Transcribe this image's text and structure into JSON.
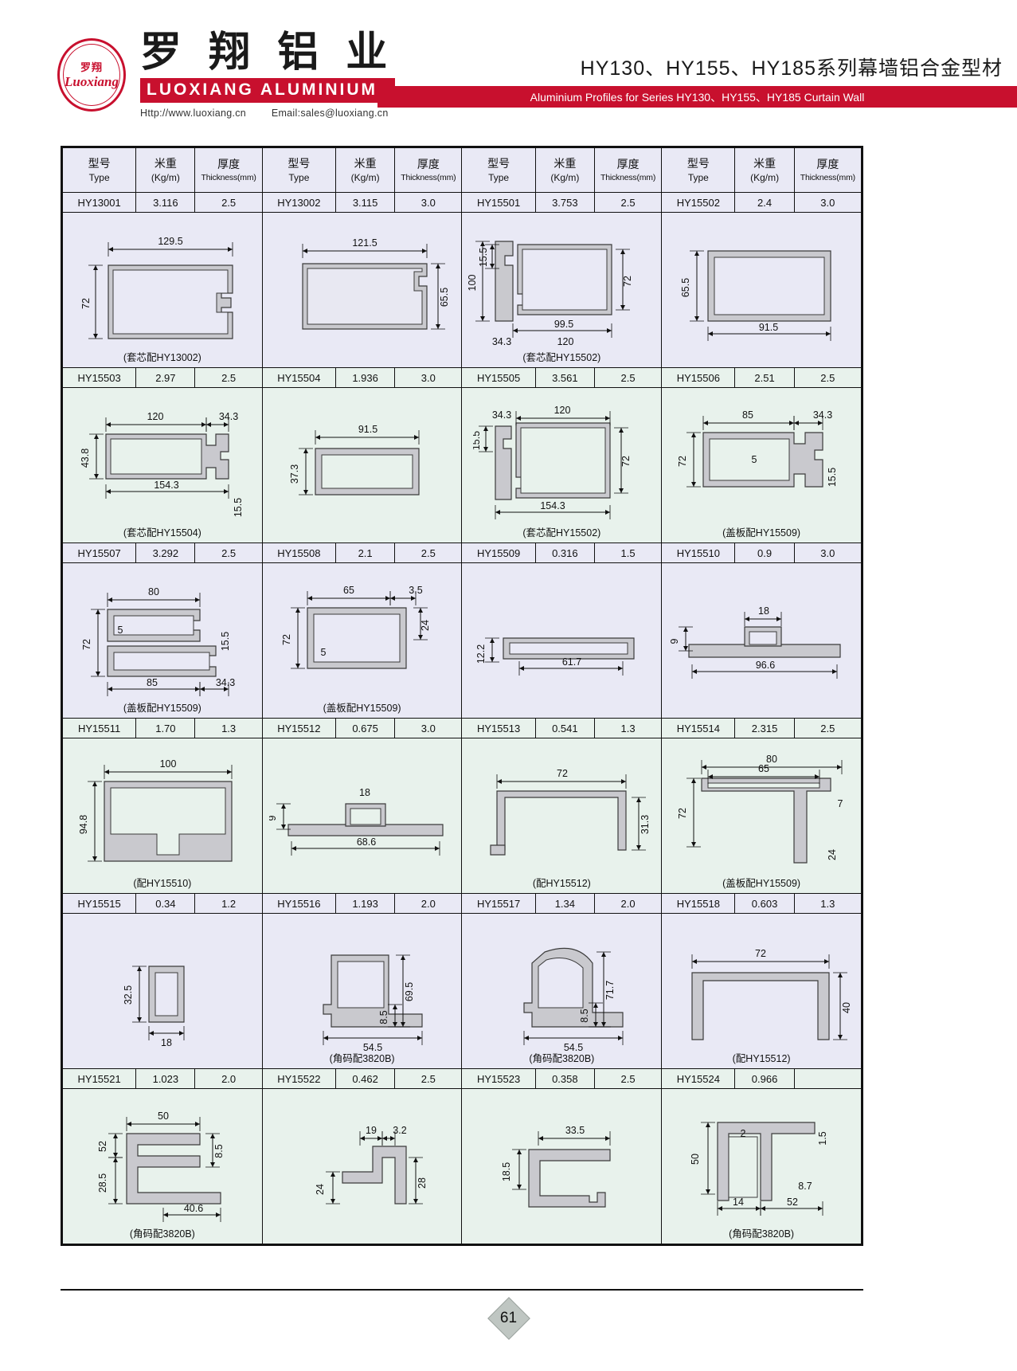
{
  "header": {
    "seal_cn": "罗翔",
    "seal_en": "Luoxiang",
    "brand_cn": "罗 翔 铝 业",
    "brand_en": "LUOXIANG ALUMINIUM",
    "website": "Http://www.luoxiang.cn",
    "email": "Email:sales@luoxiang.cn",
    "title_cn": "HY130、HY155、HY185系列幕墙铝合金型材",
    "title_en": "Aluminium Profiles for Series HY130、HY155、HY185 Curtain Wall",
    "brand_color": "#c8102e"
  },
  "table": {
    "columns": [
      {
        "cn": "型号",
        "en": "Type"
      },
      {
        "cn": "米重",
        "en": "(Kg/m)"
      },
      {
        "cn": "厚度",
        "en": "Thickness(mm)"
      }
    ],
    "column_groups": 4,
    "row_colors": {
      "lavender": "#e9e9f5",
      "mint": "#e8f2ec"
    },
    "rows": [
      {
        "band": "lavender",
        "specs": [
          {
            "type": "HY13001",
            "weight": "3.116",
            "thickness": "2.5"
          },
          {
            "type": "HY13002",
            "weight": "3.115",
            "thickness": "3.0"
          },
          {
            "type": "HY15501",
            "weight": "3.753",
            "thickness": "2.5"
          },
          {
            "type": "HY15502",
            "weight": "2.4",
            "thickness": "3.0"
          }
        ],
        "figures": [
          {
            "caption": "(套芯配HY13002)",
            "dims": [
              "129.5",
              "72"
            ]
          },
          {
            "caption": "",
            "dims": [
              "121.5",
              "65.5"
            ]
          },
          {
            "caption": "(套芯配HY15502)",
            "dims": [
              "100",
              "15.5",
              "72",
              "99.5",
              "34.3",
              "120"
            ]
          },
          {
            "caption": "",
            "dims": [
              "65.5",
              "91.5"
            ]
          }
        ]
      },
      {
        "band": "mint",
        "specs": [
          {
            "type": "HY15503",
            "weight": "2.97",
            "thickness": "2.5"
          },
          {
            "type": "HY15504",
            "weight": "1.936",
            "thickness": "3.0"
          },
          {
            "type": "HY15505",
            "weight": "3.561",
            "thickness": "2.5"
          },
          {
            "type": "HY15506",
            "weight": "2.51",
            "thickness": "2.5"
          }
        ],
        "figures": [
          {
            "caption": "(套芯配HY15504)",
            "dims": [
              "120",
              "34.3",
              "43.8",
              "154.3",
              "15.5"
            ]
          },
          {
            "caption": "",
            "dims": [
              "91.5",
              "37.3"
            ]
          },
          {
            "caption": "(套芯配HY15502)",
            "dims": [
              "34.3",
              "120",
              "72",
              "15.5",
              "154.3"
            ]
          },
          {
            "caption": "(盖板配HY15509)",
            "dims": [
              "85",
              "34.3",
              "72",
              "5",
              "15.5"
            ]
          }
        ]
      },
      {
        "band": "lavender",
        "specs": [
          {
            "type": "HY15507",
            "weight": "3.292",
            "thickness": "2.5"
          },
          {
            "type": "HY15508",
            "weight": "2.1",
            "thickness": "2.5"
          },
          {
            "type": "HY15509",
            "weight": "0.316",
            "thickness": "1.5"
          },
          {
            "type": "HY15510",
            "weight": "0.9",
            "thickness": "3.0"
          }
        ],
        "figures": [
          {
            "caption": "(盖板配HY15509)",
            "dims": [
              "80",
              "72",
              "5",
              "15.5",
              "85",
              "34.3"
            ]
          },
          {
            "caption": "(盖板配HY15509)",
            "dims": [
              "65",
              "3.5",
              "24",
              "72",
              "5"
            ]
          },
          {
            "caption": "",
            "dims": [
              "12.2",
              "61.7"
            ]
          },
          {
            "caption": "",
            "dims": [
              "9",
              "18",
              "96.6"
            ]
          }
        ]
      },
      {
        "band": "mint",
        "specs": [
          {
            "type": "HY15511",
            "weight": "1.70",
            "thickness": "1.3"
          },
          {
            "type": "HY15512",
            "weight": "0.675",
            "thickness": "3.0"
          },
          {
            "type": "HY15513",
            "weight": "0.541",
            "thickness": "1.3"
          },
          {
            "type": "HY15514",
            "weight": "2.315",
            "thickness": "2.5"
          }
        ],
        "figures": [
          {
            "caption": "(配HY15510)",
            "dims": [
              "100",
              "94.8"
            ]
          },
          {
            "caption": "",
            "dims": [
              "9",
              "18",
              "68.6"
            ]
          },
          {
            "caption": "(配HY15512)",
            "dims": [
              "72",
              "31.3"
            ]
          },
          {
            "caption": "(盖板配HY15509)",
            "dims": [
              "80",
              "65",
              "72",
              "7",
              "24"
            ]
          }
        ]
      },
      {
        "band": "lavender",
        "specs": [
          {
            "type": "HY15515",
            "weight": "0.34",
            "thickness": "1.2"
          },
          {
            "type": "HY15516",
            "weight": "1.193",
            "thickness": "2.0"
          },
          {
            "type": "HY15517",
            "weight": "1.34",
            "thickness": "2.0"
          },
          {
            "type": "HY15518",
            "weight": "0.603",
            "thickness": "1.3"
          }
        ],
        "figures": [
          {
            "caption": "",
            "dims": [
              "32.5",
              "18"
            ]
          },
          {
            "caption": "(角码配3820B)",
            "dims": [
              "69.5",
              "8.5",
              "54.5"
            ]
          },
          {
            "caption": "(角码配3820B)",
            "dims": [
              "71.7",
              "8.5",
              "54.5"
            ]
          },
          {
            "caption": "(配HY15512)",
            "dims": [
              "72",
              "40"
            ]
          }
        ]
      },
      {
        "band": "mint",
        "specs": [
          {
            "type": "HY15521",
            "weight": "1.023",
            "thickness": "2.0"
          },
          {
            "type": "HY15522",
            "weight": "0.462",
            "thickness": "2.5"
          },
          {
            "type": "HY15523",
            "weight": "0.358",
            "thickness": "2.5"
          },
          {
            "type": "HY15524",
            "weight": "0.966",
            "thickness": ""
          }
        ],
        "figures": [
          {
            "caption": "(角码配3820B)",
            "dims": [
              "50",
              "8.5",
              "52",
              "28.5",
              "40.6"
            ]
          },
          {
            "caption": "",
            "dims": [
              "19",
              "3.2",
              "24",
              "28"
            ]
          },
          {
            "caption": "",
            "dims": [
              "33.5",
              "18.5"
            ]
          },
          {
            "caption": "(角码配3820B)",
            "dims": [
              "2",
              "1.5",
              "50",
              "8.7",
              "14",
              "52"
            ]
          }
        ]
      }
    ]
  },
  "footer": {
    "page_number": "61"
  }
}
